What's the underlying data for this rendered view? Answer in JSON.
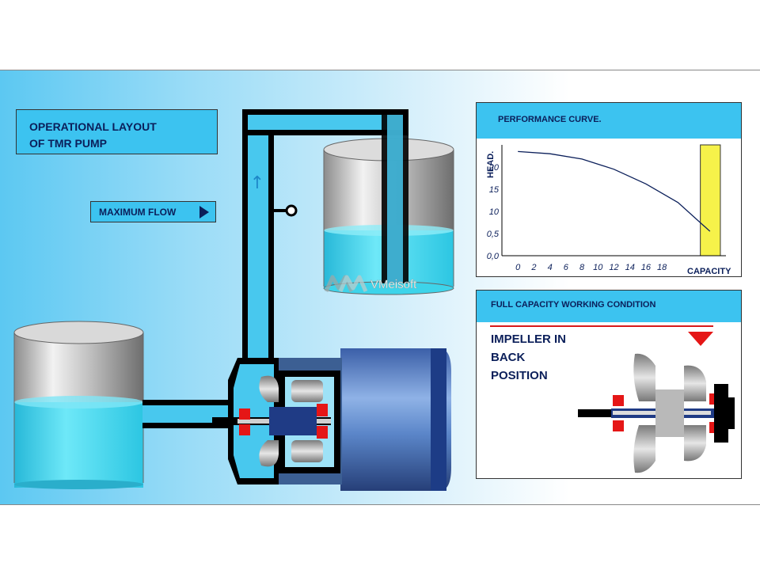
{
  "title": {
    "line1": "OPERATIONAL LAYOUT",
    "line2": "OF TMR PUMP"
  },
  "flow_button": {
    "label": "MAXIMUM FLOW"
  },
  "performance": {
    "header": "PERFORMANCE CURVE."
  },
  "watermark": "VMeisoft",
  "condition": {
    "header": "FULL CAPACITY WORKING CONDITION",
    "impeller_line1": "IMPELLER IN",
    "impeller_line2": "BACK",
    "impeller_line3": "POSITION"
  },
  "chart_data": {
    "type": "line",
    "ylabel": "HEAD.",
    "xlabel": "CAPACITY",
    "y_ticks": [
      "0,0",
      "0,5",
      "10",
      "15",
      "20"
    ],
    "x_ticks": [
      "0",
      "2",
      "4",
      "6",
      "8",
      "10",
      "12",
      "14",
      "16",
      "18"
    ],
    "series": [
      {
        "x": [
          0,
          4,
          8,
          12,
          16,
          20,
          24
        ],
        "y": [
          23.5,
          23,
          21.8,
          19.5,
          16.2,
          12,
          5.5
        ]
      }
    ],
    "xlim": [
      -2,
      26
    ],
    "ylim": [
      0,
      25
    ],
    "highlight_band": [
      22.8,
      25.3
    ],
    "colors": {
      "curve": "#0b1f5a",
      "band": "#f6f24a"
    }
  },
  "colors": {
    "water": "#35d6ec",
    "pipe": "#000000",
    "housing": "#4a7cc4",
    "accent_red": "#e51616",
    "label_bg": "#3cc3f0",
    "label_text": "#0b1f5a"
  }
}
